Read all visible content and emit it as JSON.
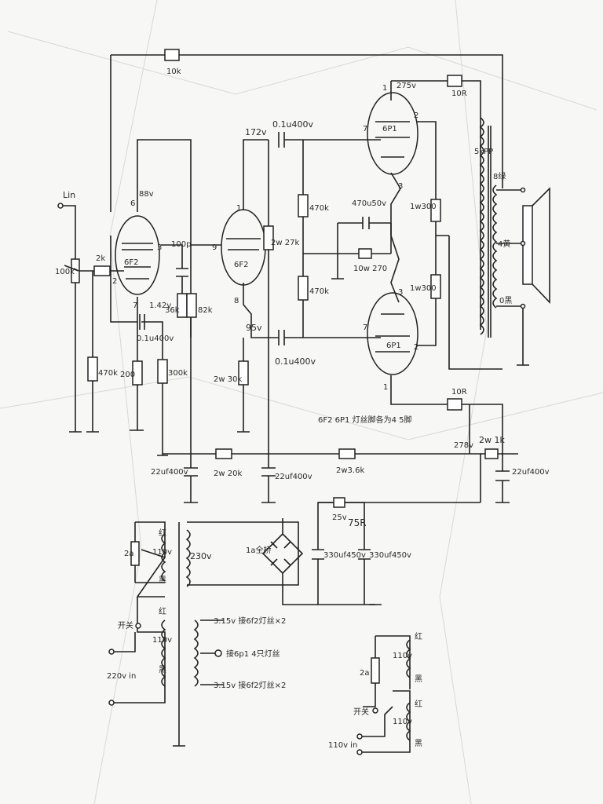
{
  "tubes": {
    "v1": {
      "type": "6F2",
      "pins": [
        "6",
        "3",
        "2",
        "7"
      ],
      "volt": "88v"
    },
    "v2": {
      "type": "6F2",
      "pins": [
        "1",
        "9",
        "8"
      ],
      "volt": "172v"
    },
    "v3": {
      "type": "6P1",
      "pins": [
        "1",
        "7",
        "2",
        "3"
      ],
      "volt": "275v"
    },
    "v4": {
      "type": "6P1",
      "pins": [
        "3",
        "7",
        "2",
        "1"
      ]
    }
  },
  "labels": {
    "lin": "Lin",
    "vol_pot": "100k",
    "r_2k": "2k",
    "r_10k": "10k",
    "r_470k_a": "470k",
    "r_200": "200",
    "r_300k": "300k",
    "c_01u_a": "0.1u400v",
    "volt_42": "1.42v",
    "pin7_v1": "7",
    "c_100p": "100p",
    "r_36k": "36k",
    "r_82k": "82k",
    "r_2w27k": "2w 27k",
    "volt_95": "95v",
    "r_2w30k": "2w 30k",
    "c_01u_b": "0.1u400v",
    "c_01u_c": "0.1u400v",
    "r_470k_b": "470k",
    "r_470k_c": "470k",
    "c_470u": "470u50v",
    "r_10w270": "10w 270",
    "r_1w300_a": "1w300",
    "r_1w300_b": "1w300",
    "r_10r_a": "10R",
    "r_10r_b": "10R",
    "xfmr_out": "5kPP",
    "tap_8": "8绿",
    "tap_4": "4黄",
    "tap_0": "0黑",
    "filament_note": "6F2  6P1 灯丝脚各为4  5脚",
    "c_22u_a": "22uf400v",
    "r_2w20k": "2w 20k",
    "c_22u_b": "22uf400v",
    "r_2w36k": "2w3.6k",
    "volt_278": "278v",
    "r_2w1k": "2w 1k",
    "c_22u_c": "22uf400v",
    "r_25v": "25v",
    "r_75r": "75R",
    "bridge": "1a全桥",
    "c_330_a": "330uf450v",
    "c_330_b": "330uf450v",
    "sec_230": "230v",
    "fuse_a": "2a",
    "pri_110_a": "110v",
    "red_a": "红",
    "black_a": "黑",
    "red_b": "红",
    "pri_110_b": "110v",
    "black_b": "黑",
    "switch_a": "开关",
    "mains_a": "220v in",
    "sec_315_a": "3.15v 接6f2灯丝×2",
    "sec_6p1": "接6p1 4只灯丝",
    "sec_315_b": "3.15v 接6f2灯丝×2",
    "fuse_b": "2a",
    "red_c": "红",
    "pri_110_c": "110v",
    "black_c": "黑",
    "red_d": "红",
    "pri_110_d": "110v",
    "black_d": "黑",
    "switch_b": "开关",
    "mains_b": "110v in"
  }
}
